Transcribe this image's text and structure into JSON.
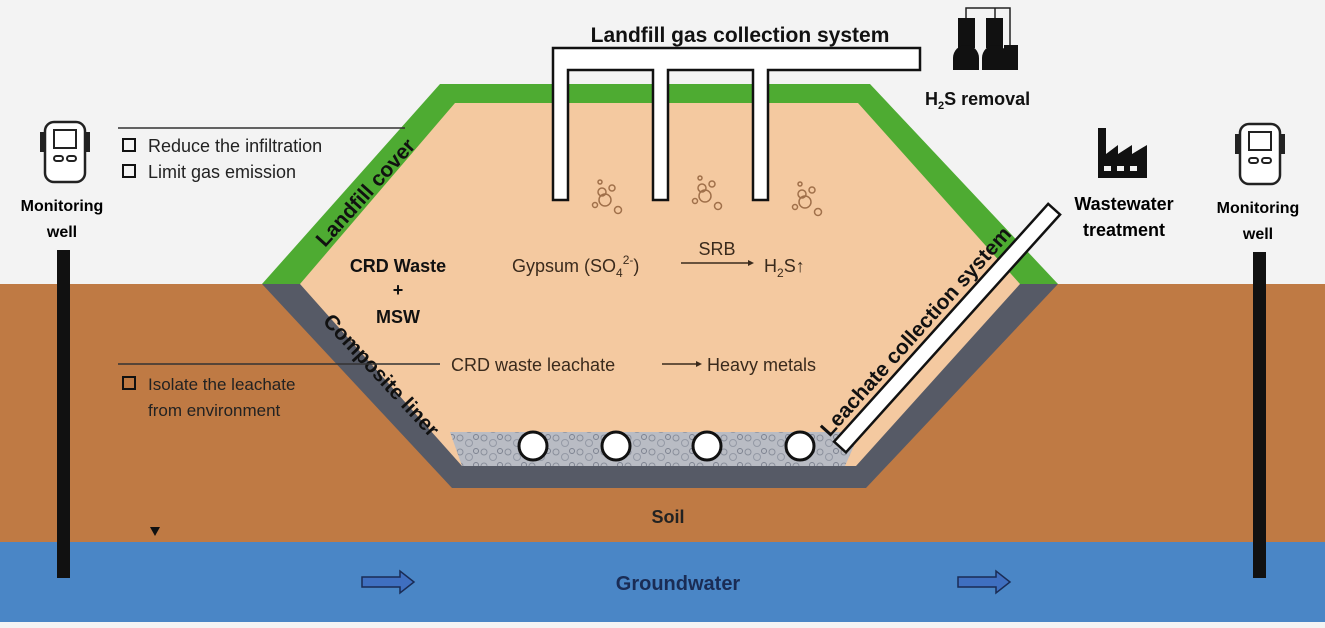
{
  "colors": {
    "sky": "#f3f3f3",
    "soil": "#bf7a44",
    "water": "#4a86c6",
    "cover": "#4eab32",
    "liner": "#565a66",
    "waste": "#f4c9a0",
    "text": "#111111",
    "water_text": "#1a2c55"
  },
  "top": {
    "gas_system": "Landfill gas collection system",
    "h2s_removal_prefix": "H",
    "h2s_removal_sub": "2",
    "h2s_removal_suffix": "S removal",
    "wastewater_1": "Wastewater",
    "wastewater_2": "treatment"
  },
  "wells": {
    "left_1": "Monitoring",
    "left_2": "well",
    "right_1": "Monitoring",
    "right_2": "well"
  },
  "notes": {
    "cover_1": "Reduce the infiltration",
    "cover_2": "Limit gas emission",
    "liner_1": "Isolate the leachate",
    "liner_2": "from environment"
  },
  "labels": {
    "landfill_cover": "Landfill cover",
    "composite_liner": "Composite liner",
    "leachate_system": "Leachate collection system",
    "crd_waste": "CRD Waste",
    "plus": "+",
    "msw": "MSW",
    "soil": "Soil",
    "groundwater": "Groundwater"
  },
  "reactions": {
    "gypsum": "Gypsum (SO",
    "gypsum_sub": "4",
    "gypsum_sup": "2-",
    "gypsum_close": ")",
    "srb": "SRB",
    "h2s": "H",
    "h2s_sub": "2",
    "h2s_end": "S↑",
    "leachate": "CRD waste leachate",
    "metals": "Heavy metals"
  },
  "icons": [
    "monitor-device-icon",
    "gas-scrubber-icon",
    "factory-icon",
    "flow-arrow-icon",
    "water-level-icon",
    "gas-bubbles-icon",
    "pipe-icon"
  ]
}
